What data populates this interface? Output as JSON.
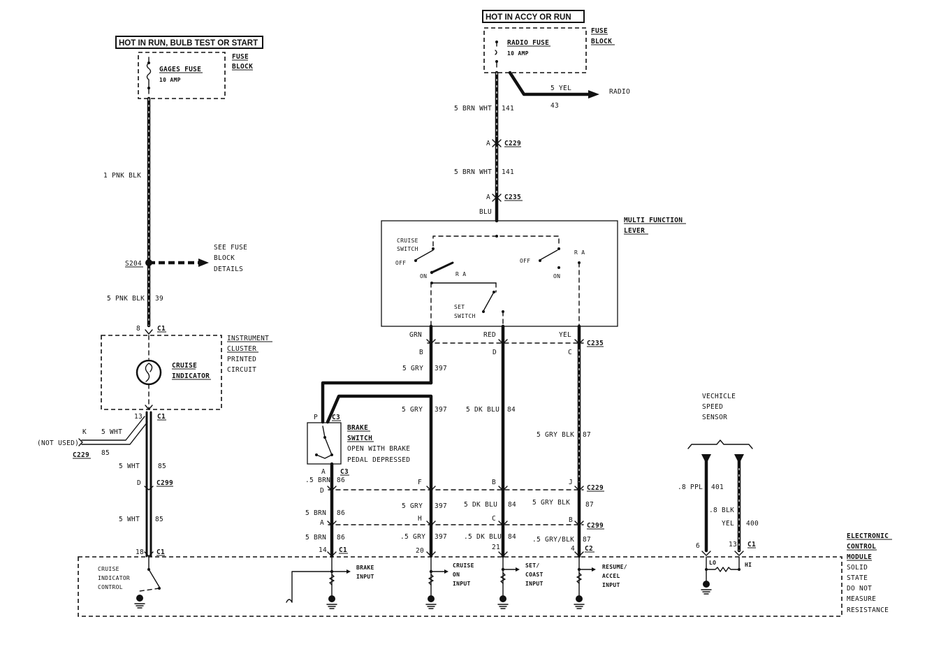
{
  "power": {
    "left_header": "HOT IN RUN, BULB TEST OR START",
    "right_header": "HOT IN ACCY OR RUN",
    "left_fuse_block": [
      "FUSE",
      "BLOCK"
    ],
    "right_fuse_block": [
      "FUSE",
      "BLOCK"
    ],
    "gages_fuse": {
      "name": "GAGES FUSE",
      "rating": "10 AMP"
    },
    "radio_fuse": {
      "name": "RADIO FUSE",
      "rating": "10 AMP"
    }
  },
  "left_branch": {
    "wire_top": "1 PNK BLK",
    "splice": "S204",
    "see_fuse": [
      "SEE FUSE",
      "BLOCK",
      "DETAILS"
    ],
    "wire_mid": {
      "label": "5 PNK BLK",
      "circuit": "39"
    },
    "c1_top": {
      "pin": "8",
      "conn": "C1"
    },
    "cluster_label": [
      "INSTRUMENT",
      "CLUSTER",
      "PRINTED",
      "CIRCUIT"
    ],
    "cruise_indicator": [
      "CRUISE",
      "INDICATOR"
    ],
    "c1_bottom": {
      "pin": "13",
      "conn": "C1"
    },
    "not_used": {
      "text": "(NOT USED)",
      "pin": "K",
      "wire": "5 WHT",
      "circuit": "85",
      "conn": "C229"
    },
    "wire_5wht_1": {
      "label": "5 WHT",
      "circuit": "85"
    },
    "c299": {
      "pin": "D",
      "conn": "C299"
    },
    "wire_5wht_2": {
      "label": "5 WHT",
      "circuit": "85"
    },
    "c1_module": {
      "pin": "18",
      "conn": "C1"
    }
  },
  "radio_branch": {
    "radio_wire": {
      "label": "5 YEL",
      "circuit": "43"
    },
    "radio_text": "RADIO",
    "wire_1": {
      "label": "5 BRN WHT",
      "circuit": "141"
    },
    "c229": {
      "pin": "A",
      "conn": "C229"
    },
    "wire_2": {
      "label": "5 BRN WHT",
      "circuit": "141"
    },
    "c235": {
      "pin": "A",
      "conn": "C235"
    },
    "blu": "BLU"
  },
  "lever": {
    "title": [
      "MULTI FUNCTION",
      "LEVER"
    ],
    "cruise_switch": [
      "CRUISE",
      "SWITCH"
    ],
    "off_left": "OFF",
    "on_left": "ON",
    "ra_left": "R A",
    "off_right": "OFF",
    "on_right": "ON",
    "ra_right": "R A",
    "set_switch": [
      "SET",
      "SWITCH"
    ],
    "out_grn": "GRN",
    "out_red": "RED",
    "out_yel": "YEL",
    "c235_bottom": "C235",
    "pins": [
      "B",
      "D",
      "C"
    ]
  },
  "center": {
    "gry_397_a": {
      "label": "5 GRY",
      "circuit": "397"
    },
    "gry_397_b": {
      "label": "5 GRY",
      "circuit": "397"
    },
    "dkblu_84_a": {
      "label": "5 DK BLU",
      "circuit": "84"
    },
    "grybl_87_a": {
      "label": "5 GRY BLK",
      "circuit": "87"
    },
    "brake_switch": [
      "BRAKE",
      "SWITCH"
    ],
    "brake_note": [
      "OPEN WITH BRAKE",
      "PEDAL DEPRESSED"
    ],
    "brake_c3_top": {
      "pin": "P",
      "conn": "C3"
    },
    "brake_c3_bottom": {
      "pin": "A",
      "conn": "C3"
    },
    "brn_86_a": {
      "label": ".5 BRN",
      "circuit": "86"
    },
    "c229_row": {
      "pins": [
        "D",
        "F",
        "B",
        "J"
      ],
      "conn": "C229"
    },
    "row2": [
      {
        "label": "5 GRY",
        "circuit": "397"
      },
      {
        "label": "5 DK BLU",
        "circuit": "84"
      },
      {
        "label": "5 GRY BLK",
        "circuit": "87"
      }
    ],
    "brn_86_b": {
      "label": "5 BRN",
      "circuit": "86"
    },
    "c299_row": {
      "pins": [
        "A",
        "H",
        "C",
        "B"
      ],
      "conn": "C299"
    },
    "row3": [
      {
        "label": "5 BRN",
        "circuit": "86"
      },
      {
        "label": ".5 GRY",
        "circuit": "397"
      },
      {
        "label": ".5 DK BLU",
        "circuit": "84"
      },
      {
        "label": ".5 GRY/BLK",
        "circuit": "87"
      }
    ],
    "module_pins": [
      {
        "pin": "14",
        "conn": "C1"
      },
      {
        "pin": "20",
        "conn": ""
      },
      {
        "pin": "21",
        "conn": ""
      },
      {
        "pin": "4",
        "conn": "C2"
      }
    ]
  },
  "vss": {
    "title": [
      "VECHICLE",
      "SPEED",
      "SENSOR"
    ],
    "ppl": {
      "label": ".8 PPL",
      "circuit": "401"
    },
    "blk": {
      "label": ".8 BLK",
      "circuit": ""
    },
    "yel": {
      "label": "YEL",
      "circuit": "400"
    },
    "pins": [
      {
        "pin": "6",
        "conn": ""
      },
      {
        "pin": "13",
        "conn": "C1"
      }
    ],
    "lo": "LO",
    "hi": "HI"
  },
  "module": {
    "title": [
      "ELECTRONIC",
      "CONTROL",
      "MODULE",
      "SOLID",
      "STATE",
      "DO NOT",
      "MEASURE",
      "RESISTANCE"
    ],
    "cruise_control": [
      "CRUISE",
      "INDICATOR",
      "CONTROL"
    ],
    "brake_input": [
      "BRAKE",
      "INPUT"
    ],
    "cruise_on": [
      "CRUISE",
      "ON",
      "INPUT"
    ],
    "set_coast": [
      "SET/",
      "COAST",
      "INPUT"
    ],
    "resume": [
      "RESUME/",
      "ACCEL",
      "INPUT"
    ]
  }
}
